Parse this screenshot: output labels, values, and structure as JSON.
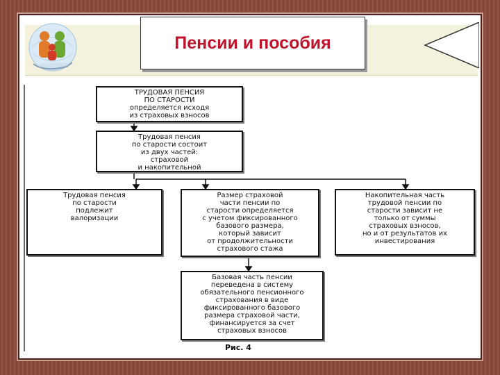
{
  "title": "Пенсии и пособия",
  "diagram": {
    "box1": "ТРУДОВАЯ ПЕНСИЯ\nПО СТАРОСТИ\nопределяется исходя\nиз страховых взносов",
    "box2": "Трудовая пенсия\nпо старости состоит\nиз двух частей:\nстраховой\nи накопительной",
    "box3": "Трудовая пенсия\nпо старости\nподлежит\nвалоризации",
    "box4": "Размер страховой\nчасти пенсии по\nстарости определяется\nс учетом фиксированного\nбазового размера,\nкоторый зависит\nот продолжительности\nстрахового стажа",
    "box5": "Накопительная часть\nтрудовой пенсии по\nстарости зависит не\nтолько от суммы\nстраховых взносов,\nно и от результатов их\nинвестирования",
    "box6": "Базовая часть пенсии\nпереведена в систему\nобязательного пенсионного\nстрахования в виде\nфиксированного базового\nразмера страховой части,\nфинансируется за счет\nстраховых взносов",
    "caption": "Рис. 4"
  },
  "colors": {
    "title": "#c0122a",
    "frame": "#8a4a3a",
    "band": "#f4f2dc"
  },
  "icons": [
    "family-logo-icon",
    "arrow-banner-icon"
  ]
}
